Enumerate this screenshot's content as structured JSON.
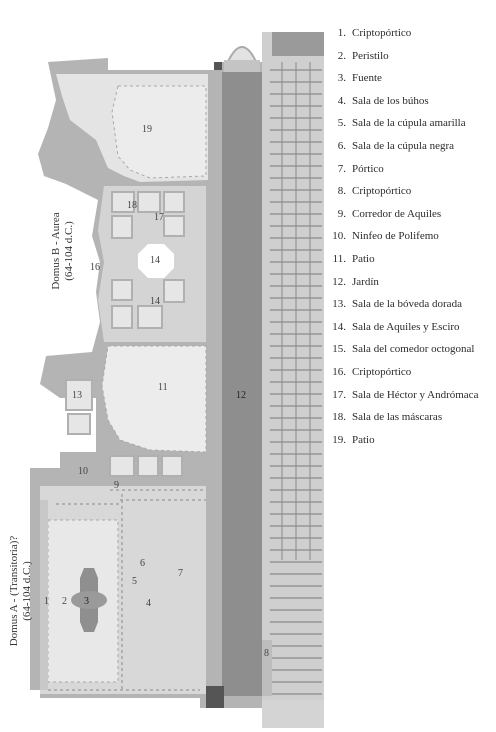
{
  "map": {
    "domus_b": {
      "title": "Domus B - Aurea",
      "dates": "(64-104 d.C.)"
    },
    "domus_a": {
      "title": "Domus A - (Transitoria)?",
      "dates": "(64-104 d.C.)"
    },
    "room_numbers": {
      "r1": "1",
      "r2": "2",
      "r3": "3",
      "r4": "4",
      "r5": "5",
      "r6": "6",
      "r7": "7",
      "r8": "8",
      "r9": "9",
      "r10": "10",
      "r11": "11",
      "r12": "12",
      "r13": "13",
      "r14a": "14",
      "r14b": "14",
      "r16": "16",
      "r17": "17",
      "r18": "18",
      "r19": "19"
    }
  },
  "legend": [
    {
      "num": "1.",
      "label": "Criptopórtico"
    },
    {
      "num": "2.",
      "label": "Peristilo"
    },
    {
      "num": "3.",
      "label": "Fuente"
    },
    {
      "num": "4.",
      "label": "Sala de los búhos"
    },
    {
      "num": "5.",
      "label": "Sala de la cúpula amarilla"
    },
    {
      "num": "6.",
      "label": "Sala de la cúpula negra"
    },
    {
      "num": "7.",
      "label": "Pórtico"
    },
    {
      "num": "8.",
      "label": "Criptopórtico"
    },
    {
      "num": "9.",
      "label": "Corredor de Aquiles"
    },
    {
      "num": "10.",
      "label": "Ninfeo de Polifemo"
    },
    {
      "num": "11.",
      "label": "Patio"
    },
    {
      "num": "12.",
      "label": "Jardín"
    },
    {
      "num": "13.",
      "label": "Sala de la bóveda dorada"
    },
    {
      "num": "14.",
      "label": "Sala de Aquiles y Esciro"
    },
    {
      "num": "15.",
      "label": "Sala del comedor octogonal"
    },
    {
      "num": "16.",
      "label": "Criptopórtico"
    },
    {
      "num": "17.",
      "label": "Sala de Héctor y Andrómaca"
    },
    {
      "num": "18.",
      "label": "Sala de las máscaras"
    },
    {
      "num": "19.",
      "label": "Patio"
    }
  ],
  "colors": {
    "wall": "#b4b4b4",
    "floor": "#e4e4e4",
    "garden": "#8e8e8e",
    "court": "#ececec",
    "octagon": "#ffffff"
  }
}
